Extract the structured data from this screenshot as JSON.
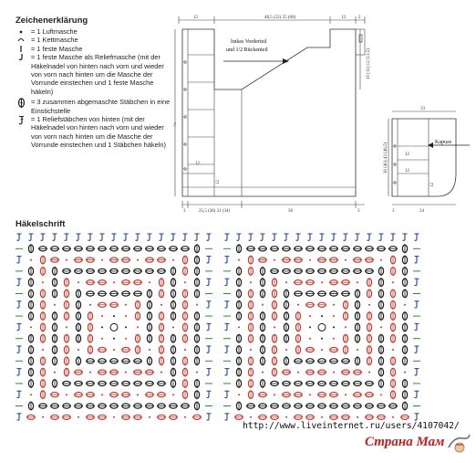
{
  "legend": {
    "title": "Zeichenerklärung",
    "items": [
      {
        "symbol": "•",
        "icon": "dot-icon",
        "text": "= 1 Luftmasche"
      },
      {
        "symbol": "⌒",
        "icon": "arc-icon",
        "text": "= 1 Kettmasche"
      },
      {
        "symbol": "I",
        "icon": "bar-icon",
        "text": "= 1 feste Masche"
      },
      {
        "symbol": "J",
        "icon": "hook-icon",
        "text": "= 1 feste Masche als Reliefmasche (mit der Häkelnadel von hinten nach vorn und wieder von vorn nach hinten um die Masche der Vorrunde einstechen und 1 feste Masche häkeln)"
      },
      {
        "symbol": "⬮",
        "icon": "oval-icon",
        "text": "= 3 zusammen abgemaschte Stäbchen in eine Einstichstelle"
      },
      {
        "symbol": "ɟ",
        "icon": "relief-stitch-icon",
        "text": "= 1 Reliefstäbchen von hinten (mit der Häkelnadel von hinten nach vorn und wieder von vorn nach hinten um die Masche der Vorrunde einstechen und 1 Stäbchen häkeln)"
      }
    ]
  },
  "schema": {
    "top_dims": [
      "15",
      "48,5 (52) 55 (60)",
      "12",
      "2"
    ],
    "left_dim": "75",
    "bottom_dims": [
      "3",
      "25,5 (28) 31 (34)",
      "36",
      "3"
    ],
    "right_dim": "10 (11) 12 (13,5)",
    "piece_label": [
      "linkes Vorderteil",
      "und 1/2 Rückenteil"
    ],
    "inner_dims": [
      "12",
      "12"
    ],
    "hood": {
      "label": "Kapuze",
      "top_dim": "33",
      "left_dim": "30 (40) 43 (46,5)",
      "inner_dims": [
        "12",
        "12",
        "12"
      ],
      "bottom_dims": [
        "3",
        "24"
      ]
    }
  },
  "charts": {
    "title": "Häkelschrift",
    "colors": {
      "red": "#c43a2e",
      "black": "#1a1a1a",
      "blue": "#1f3e8f",
      "green": "#2e8b3a"
    }
  },
  "watermark": {
    "url": "http://www.liveinternet.ru/users/4107042/",
    "logo": "Страна Мам"
  }
}
